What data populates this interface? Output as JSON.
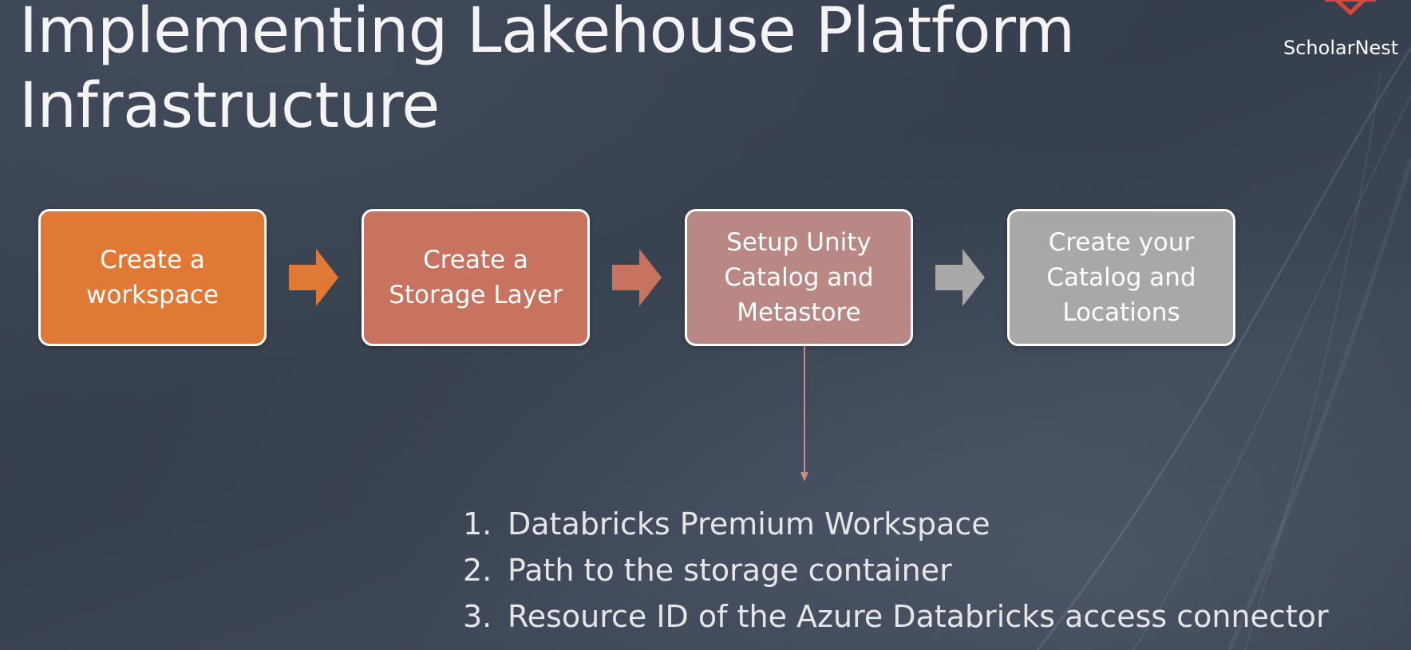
{
  "slide": {
    "title": "Implementing Lakehouse Platform\nInfrastructure"
  },
  "logo": {
    "text": "ScholarNest"
  },
  "steps": [
    {
      "label": "Create a\nworkspace",
      "color": "#e07936"
    },
    {
      "label": "Create a\nStorage Layer",
      "color": "#c87260"
    },
    {
      "label": "Setup Unity\nCatalog and\nMetastore",
      "color": "#b98784"
    },
    {
      "label": "Create your\nCatalog and\nLocations",
      "color": "#a8a8a8"
    }
  ],
  "requirements": [
    {
      "number": "1.",
      "text": "Databricks Premium Workspace"
    },
    {
      "number": "2.",
      "text": "Path to the storage container"
    },
    {
      "number": "3.",
      "text": "Resource ID of the Azure Databricks access connector"
    }
  ],
  "colors": {
    "background": "#3a4352",
    "arrow_1": "#e07936",
    "arrow_2": "#c87260",
    "arrow_3": "#a8a8a8",
    "connector": "#c48c88",
    "logo_mark": "#d9473a"
  }
}
